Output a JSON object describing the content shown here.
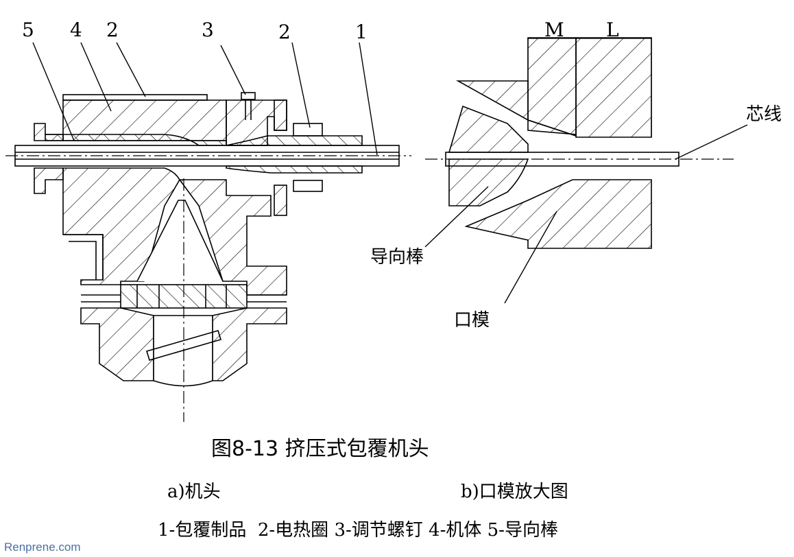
{
  "figure": {
    "title": "图8-13 挤压式包覆机头",
    "sub_a": "a)机头",
    "sub_b": "b)口模放大图",
    "legend": "1-包覆制品  2-电热圈 3-调节螺钉 4-机体 5-导向棒"
  },
  "part_a": {
    "labels": {
      "n5": "5",
      "n4": "4",
      "n2a": "2",
      "n3": "3",
      "n2b": "2",
      "n1": "1"
    }
  },
  "part_b": {
    "dim_m": "M",
    "dim_l": "L",
    "core_wire": "芯线",
    "guide_rod": "导向棒",
    "die": "口模"
  },
  "watermark": "Renprene.com"
}
